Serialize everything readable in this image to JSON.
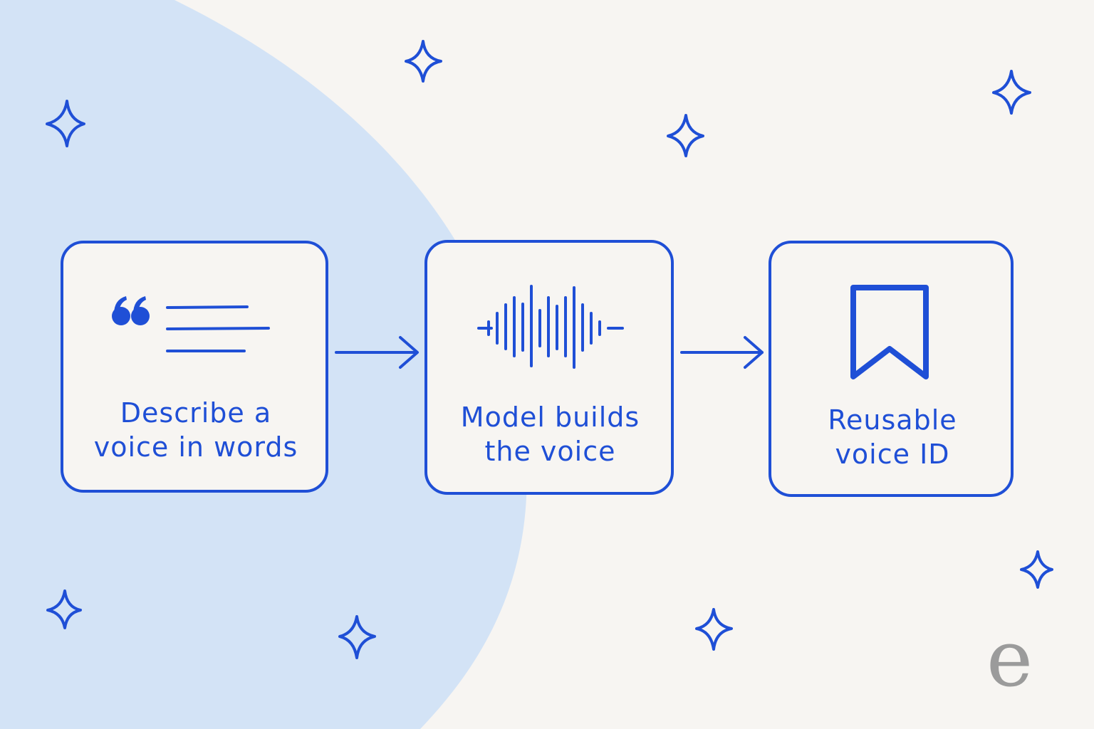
{
  "colors": {
    "background": "#f7f5f2",
    "blob": "#d3e3f6",
    "accent": "#1f4fd6",
    "watermark": "#9b9b9b"
  },
  "steps": [
    {
      "icon": "quote-text-icon",
      "line1": "Describe a",
      "line2": "voice in words"
    },
    {
      "icon": "waveform-icon",
      "line1": "Model builds",
      "line2": "the voice"
    },
    {
      "icon": "bookmark-icon",
      "line1": "Reusable",
      "line2": "voice ID"
    }
  ],
  "watermark": "e"
}
